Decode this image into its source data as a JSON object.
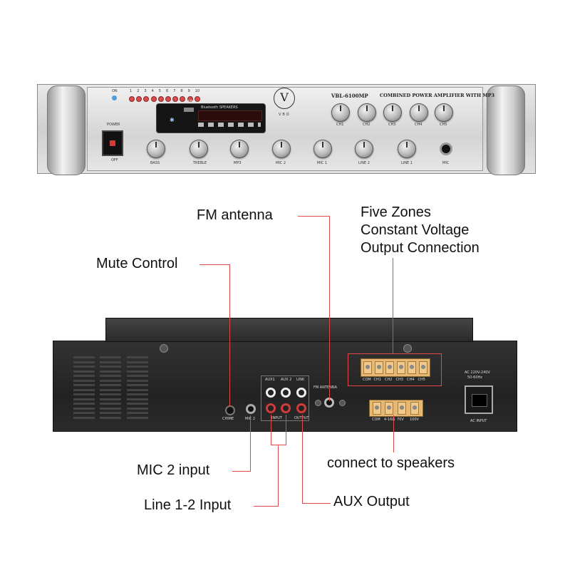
{
  "front_panel": {
    "model": "VBL-6100MP",
    "subtitle": "COMBINED POWER AMPLIFIER WITH MP3",
    "brand": "VBO",
    "on_label": "ON",
    "led_numbers": [
      "1",
      "2",
      "3",
      "4",
      "5",
      "6",
      "7",
      "8",
      "9",
      "10"
    ],
    "power_label": "POWER",
    "off_label": "OFF",
    "module_title": "Bluetooth SPEAKERS",
    "usb_label": "USB",
    "knobs_top": [
      "CH1",
      "CH2",
      "CH3",
      "CH4",
      "CH5"
    ],
    "knobs_bottom": [
      "BASS",
      "TREBLE",
      "MP3",
      "MIC 2",
      "MIC 1",
      "LINE 2",
      "LINE 1"
    ],
    "mic_label": "MIC"
  },
  "rear_panel": {
    "chime_label": "CHIME",
    "mic2_label": "MIC 2",
    "aux_labels": [
      "AUX1",
      "AUX 2",
      "LINK"
    ],
    "input_label": "INPUT",
    "output_label": "OUTPUT",
    "fm_label": "FM ANTENNA",
    "zone_terminals": [
      "COM",
      "CH1",
      "CH2",
      "CH3",
      "CH4",
      "CH5"
    ],
    "speaker_terminals": [
      "COM",
      "4-16Ω",
      "70V",
      "100V"
    ],
    "ac_rating": [
      "AC 220V-240V",
      "50-60Hz"
    ],
    "ac_input_label": "AC INPUT"
  },
  "callouts": {
    "fm_antenna": "FM  antenna",
    "five_zones": [
      "Five Zones",
      "Constant Voltage",
      "Output Connection"
    ],
    "mute_control": "Mute Control",
    "mic2_input": "MIC 2 input",
    "speakers": "connect to speakers",
    "line_input": "Line 1-2 Input",
    "aux_output": "AUX Output"
  },
  "colors": {
    "leader_line": "#e24a4a",
    "panel_silver": "#d9d9d9",
    "rear_black": "#2a2a2a"
  }
}
